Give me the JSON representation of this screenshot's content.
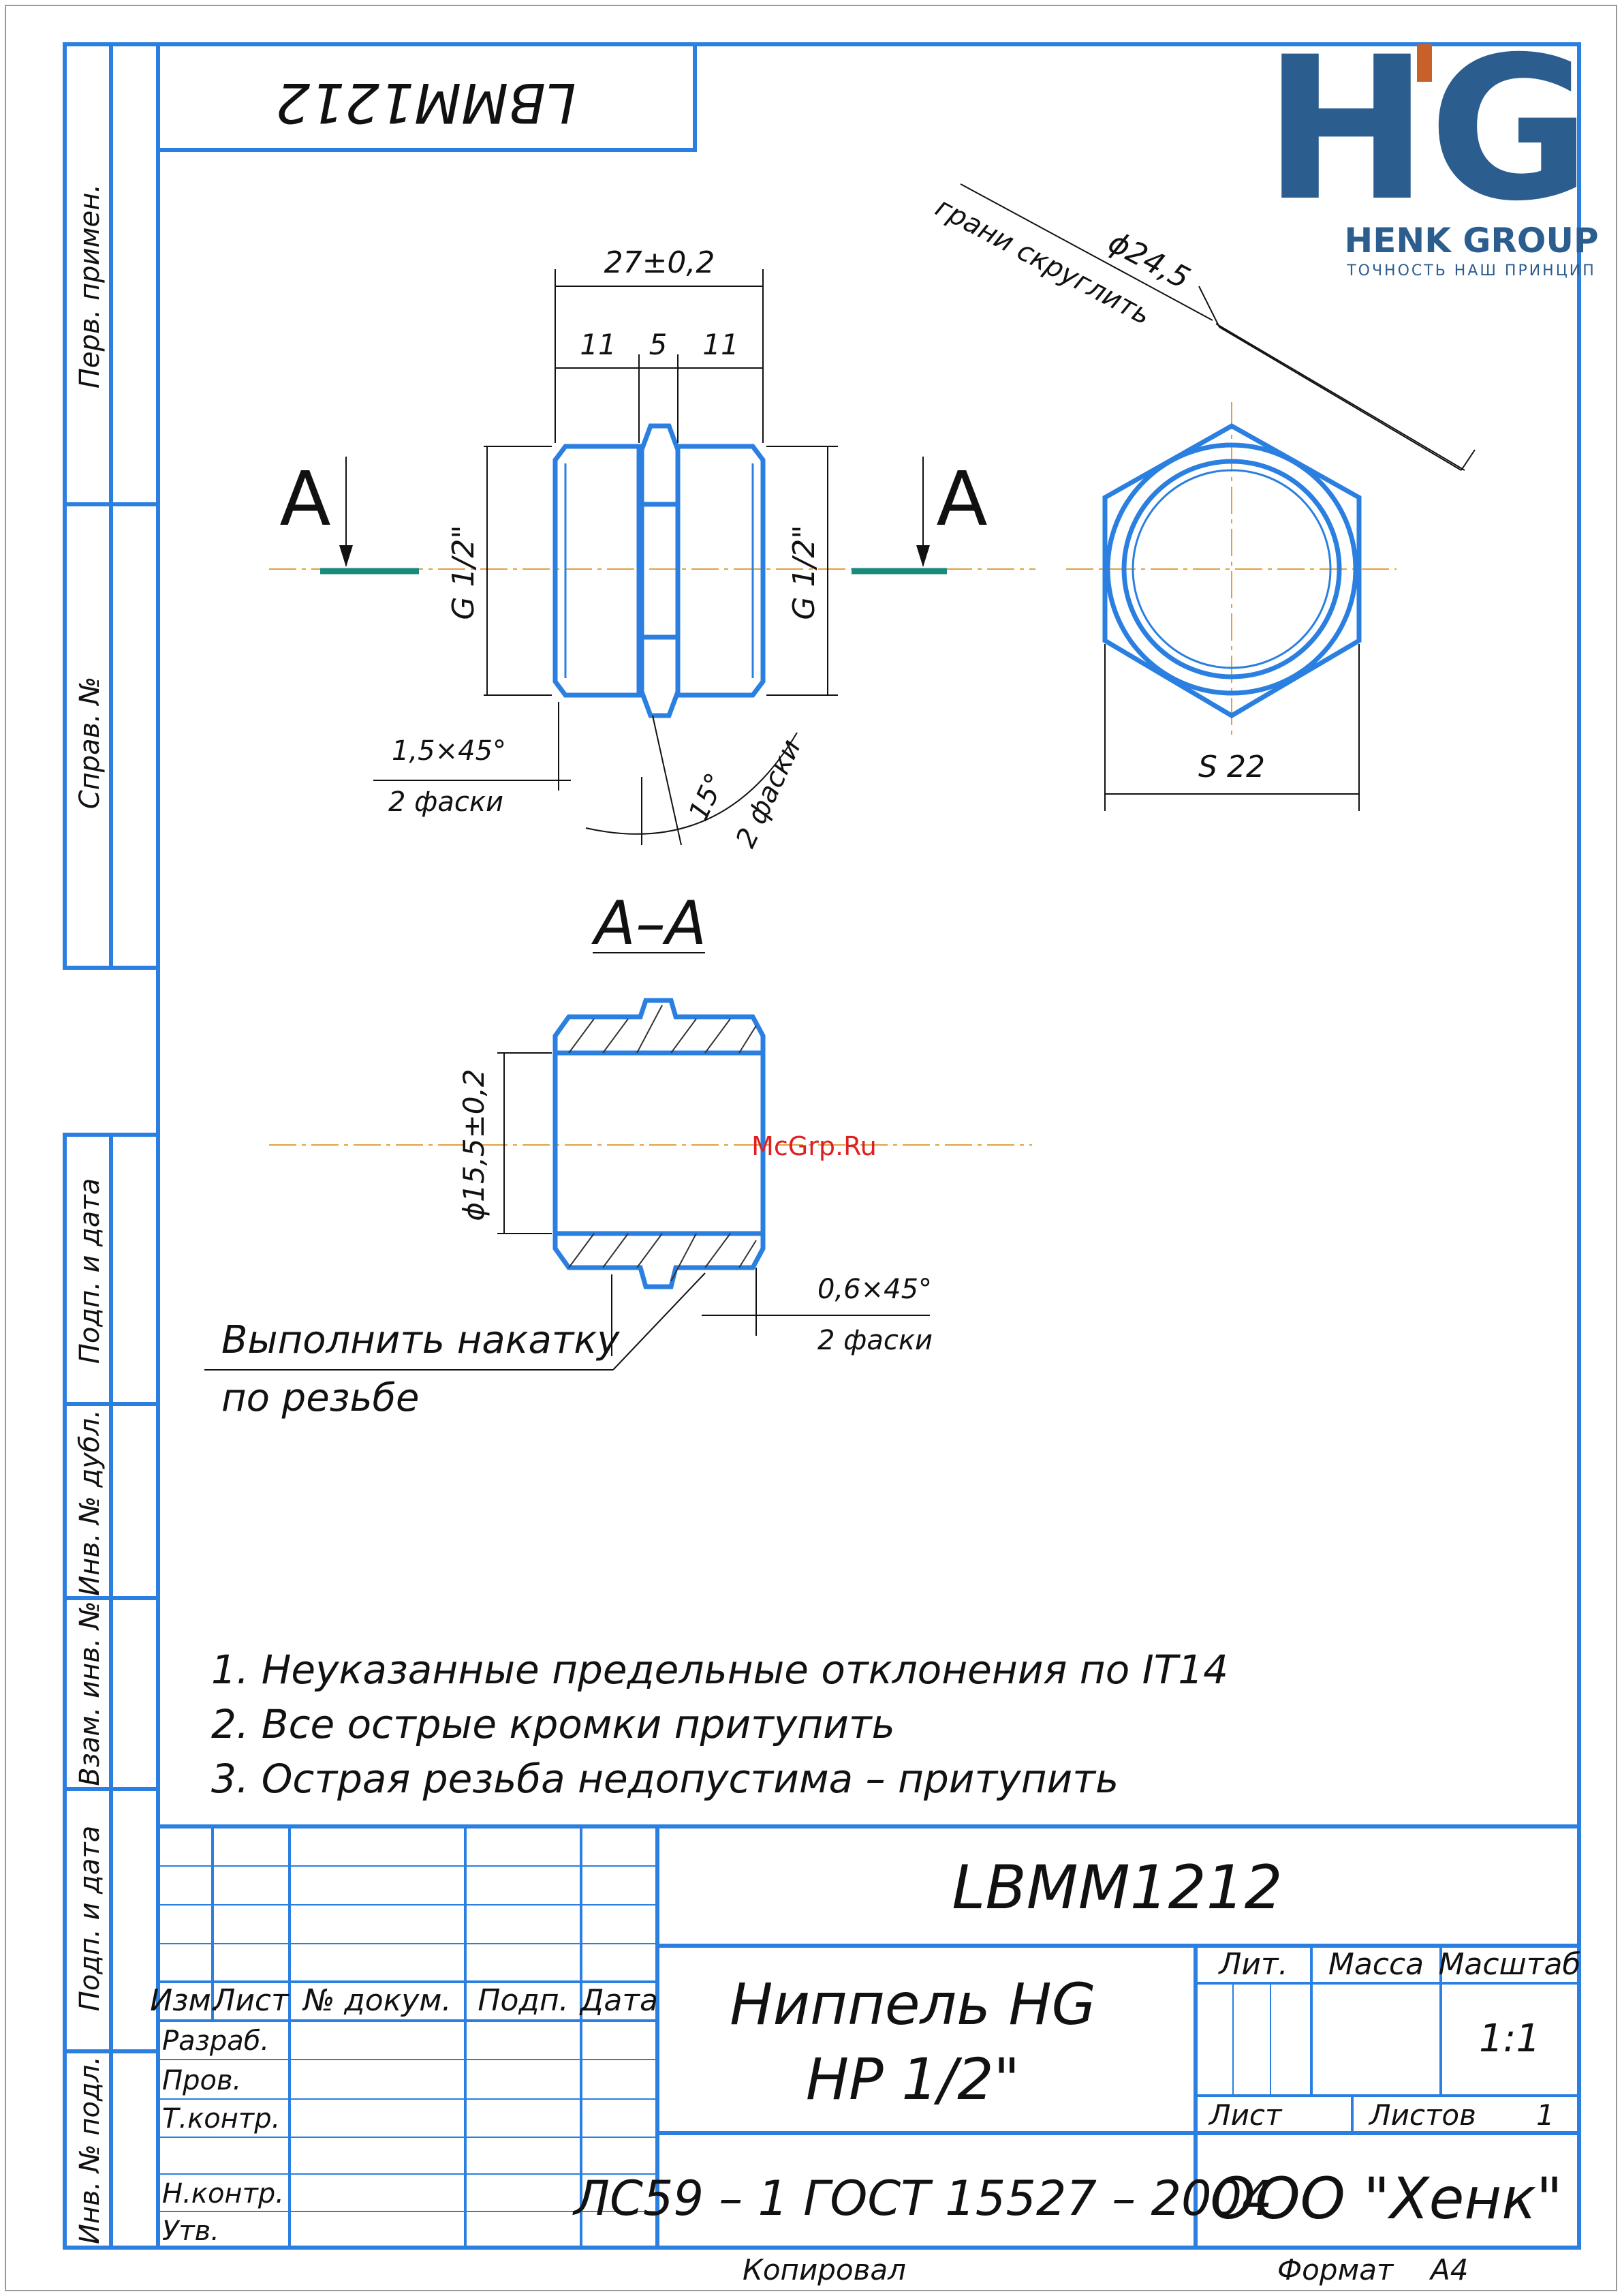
{
  "drawing_code_top": "LBMM1212",
  "logo": {
    "letters": "HG",
    "company": "HENK GROUP",
    "slogan": "ТОЧНОСТЬ НАШ ПРИНЦИП"
  },
  "side_labels": {
    "perv_primen": "Перв. примен.",
    "sprav_no": "Справ. №",
    "podp_data_1": "Подп. и дата",
    "inv_dubl": "Инв. № дубл.",
    "vzam_inv": "Взам. инв. №",
    "podp_data_2": "Подп. и дата",
    "inv_podl": "Инв. № подл."
  },
  "dimensions": {
    "overall_length": "27±0,2",
    "seg_left": "11",
    "seg_mid": "5",
    "seg_right": "11",
    "thread_left": "G 1/2\"",
    "thread_right": "G 1/2\"",
    "section_mark": "A",
    "chamfer_main": "1,5×45°",
    "chamfer_main_count": "2 фаски",
    "angle": "15°",
    "angle_count": "2 фаски",
    "diameter_hex": "ϕ24,5",
    "hex_note": "грани скруглить",
    "wrench": "S 22",
    "section_title": "А–А",
    "bore": "ϕ15,5±0,2",
    "chamfer_small": "0,6×45°",
    "chamfer_small_count": "2 фаски",
    "knurl_note_1": "Выполнить накатку",
    "knurl_note_2": "по резьбе"
  },
  "watermark": "McGrp.Ru",
  "notes": [
    "1. Неуказанные предельные отклонения по IT14",
    "2. Все острые кромки притупить",
    "3. Острая резьба недопустима – притупить"
  ],
  "title_block": {
    "code": "LBMM1212",
    "name_line1": "Ниппель HG",
    "name_line2": "НР 1/2\"",
    "material": "ЛС59 – 1 ГОСТ 15527 – 2004",
    "company": "ООО \"Хенк\"",
    "lit": "Лит.",
    "massa": "Масса",
    "masshtab": "Масштаб",
    "scale": "1:1",
    "list": "Лист",
    "listov": "Листов",
    "listov_value": "1",
    "izm": "Изм.",
    "list_col": "Лист",
    "doc": "№ докум.",
    "podp": "Подп.",
    "data": "Дата",
    "razrab": "Разраб.",
    "prov": "Пров.",
    "tkontr": "Т.контр.",
    "nkontr": "Н.контр.",
    "utv": "Утв.",
    "kopiroval": "Копировал",
    "format": "Формат",
    "format_value": "А4"
  },
  "colors": {
    "frame": "#2a7fe0",
    "section_line": "#1a8a7a",
    "axis": "#e0a040",
    "logo_blue": "#2b5d8f",
    "logo_accent": "#c8602a",
    "watermark": "#e02020"
  }
}
